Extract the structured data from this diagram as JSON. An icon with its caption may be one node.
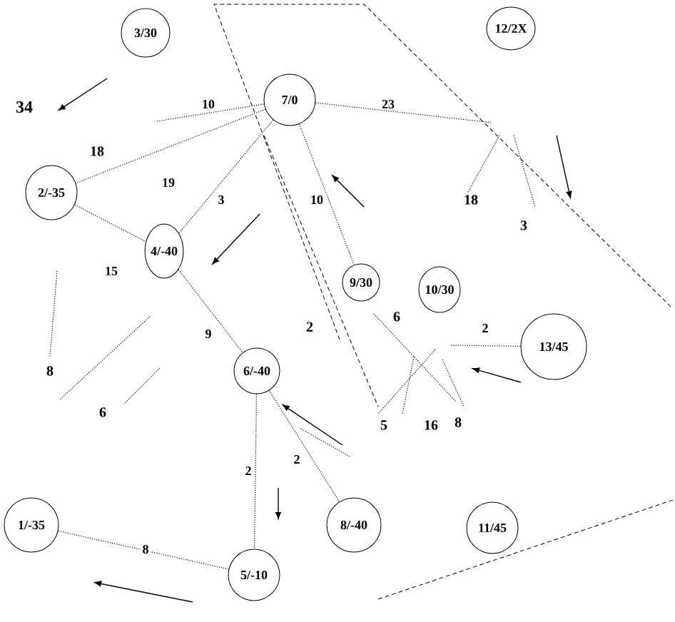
{
  "diagram": {
    "nodes": [
      {
        "text": [
          "3/30"
        ]
      },
      {
        "text": [
          "12/2X"
        ]
      },
      {
        "text": [
          "7/0"
        ]
      },
      {
        "text": [
          "2/-35"
        ]
      },
      {
        "text": [
          "4/-40"
        ]
      },
      {
        "text": [
          "9/30"
        ]
      },
      {
        "text": [
          "10/30"
        ]
      },
      {
        "text": [
          "13/45"
        ]
      },
      {
        "text": [
          "6/-40"
        ]
      },
      {
        "text": [
          "1/-35"
        ]
      },
      {
        "text": [
          "8/-40"
        ]
      },
      {
        "text": [
          "11/45"
        ]
      },
      {
        "text": [
          "5/-10"
        ]
      }
    ],
    "edges": [
      {
        "from": 2,
        "to": 3,
        "arrow": "none",
        "label": "19"
      },
      {
        "from": 2,
        "to": 4,
        "arrow": "none",
        "label": "3"
      },
      {
        "from": 2,
        "to": 5,
        "arrow": "none",
        "label": "10"
      },
      {
        "from": 3,
        "to": 4,
        "arrow": "none",
        "label": "15"
      },
      {
        "from": 4,
        "to": 8,
        "arrow": "none",
        "label": "9"
      },
      {
        "from": 8,
        "to": 12,
        "arrow": "none",
        "label": "2"
      },
      {
        "from": 12,
        "to": 9,
        "arrow": "none",
        "label": "8"
      },
      {
        "from": 7,
        "to": null,
        "arrow": "none",
        "label": "2"
      },
      {
        "from": 8,
        "to": 10,
        "arrow": "none",
        "label": "2"
      },
      {
        "from": null,
        "to": 2,
        "arrow": "none",
        "label": "10"
      },
      {
        "from": 2,
        "to": null,
        "arrow": "none",
        "label": "23"
      }
    ],
    "labels": [
      "34",
      "18",
      "18",
      "3",
      "8",
      "2",
      "6",
      "6",
      "5",
      "16",
      "8"
    ]
  }
}
